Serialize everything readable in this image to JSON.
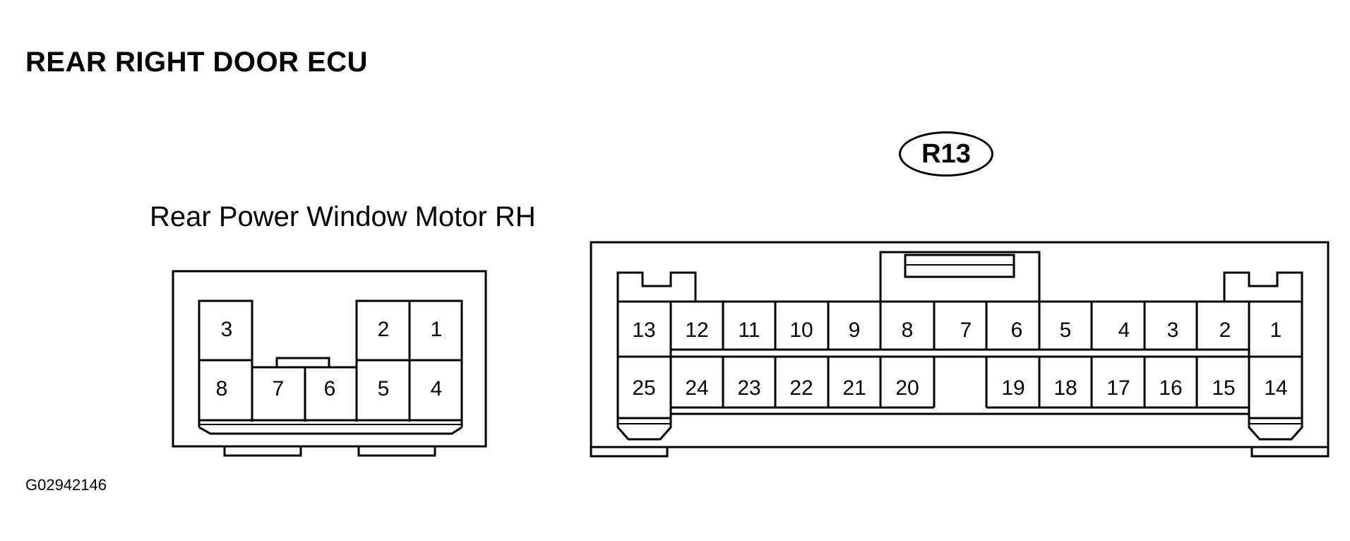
{
  "title": "REAR RIGHT DOOR ECU",
  "connector_a": {
    "label": "Rear Power Window Motor RH",
    "pins_top": [
      "3",
      "2",
      "1"
    ],
    "pins_bottom": [
      "8",
      "7",
      "6",
      "5",
      "4"
    ]
  },
  "connector_b": {
    "code": "R13",
    "pins_top": [
      "13",
      "12",
      "11",
      "10",
      "9",
      "8",
      "7",
      "6",
      "5",
      "4",
      "3",
      "2",
      "1"
    ],
    "pins_bottom": [
      "25",
      "24",
      "23",
      "22",
      "21",
      "20",
      "19",
      "18",
      "17",
      "16",
      "15",
      "14"
    ]
  },
  "figure_id": "G02942146"
}
